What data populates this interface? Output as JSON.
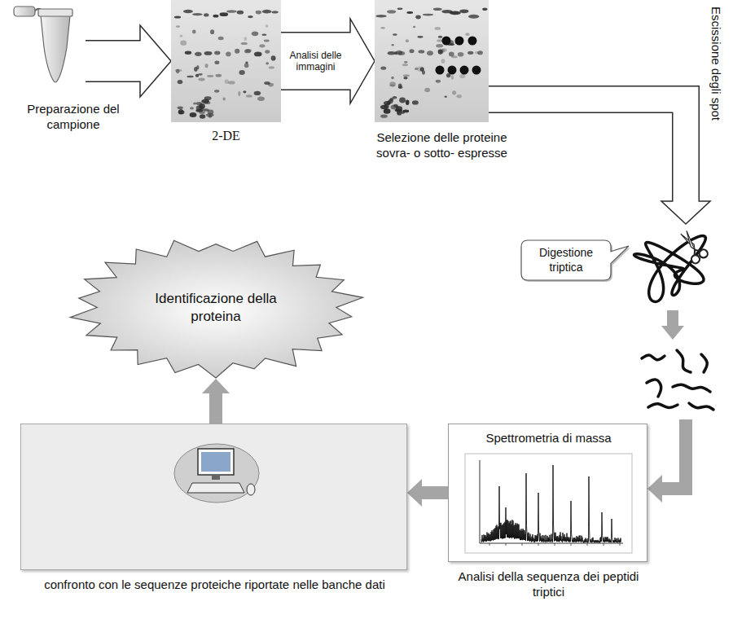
{
  "diagram": {
    "nodes": [
      {
        "text": [
          "Preparazione del campione"
        ]
      },
      {
        "text": [
          "2-DE"
        ]
      },
      {
        "text": [
          "Selezione delle proteine sovra- o sotto- espresse"
        ]
      },
      {
        "text": [
          "Digestione triptica"
        ]
      },
      {
        "text": [
          "Spettrometria di massa",
          "Analisi della sequenza dei peptidi triptici"
        ]
      },
      {
        "text": [
          "confronto con le sequenze proteiche riportate nelle banche dati"
        ]
      },
      {
        "text": [
          "Identificazione della proteina"
        ]
      }
    ],
    "edges": [
      {
        "from": 0,
        "to": 1,
        "arrow": "to"
      },
      {
        "from": 1,
        "to": 2,
        "label": "Analisi delle immagini",
        "arrow": "to"
      },
      {
        "from": 2,
        "to": 3,
        "label": "Escissione degli spot",
        "arrow": "to"
      },
      {
        "from": 3,
        "to": 4,
        "arrow": "to"
      },
      {
        "from": 4,
        "to": 5,
        "arrow": "to"
      },
      {
        "from": 5,
        "to": 6,
        "arrow": "to"
      }
    ]
  }
}
